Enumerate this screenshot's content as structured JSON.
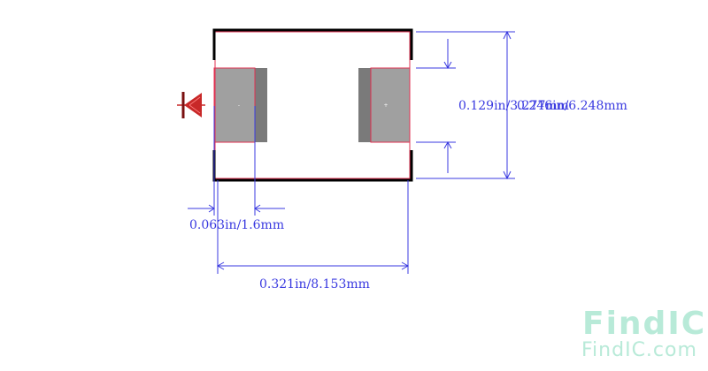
{
  "dimensions": {
    "pad_width": "0.063in/1.6mm",
    "body_length": "0.321in/8.153mm",
    "pad_gap": "0.129in/3.277mm",
    "body_height": "0.246in/6.248mm"
  },
  "pads": {
    "left_label": "-",
    "right_label": "+"
  },
  "watermark": {
    "logo_text": "FindIC",
    "site_text": "FindIC.com"
  },
  "colors": {
    "dimension": "#3a3ae0",
    "outline": "#000000",
    "pad": "#a0a0a0",
    "pad_shadow": "#7a7a7a",
    "pad_border": "#e03050",
    "diode": "#c82828",
    "watermark_green": "#b8ead8",
    "watermark_red": "#f2b2b2"
  }
}
